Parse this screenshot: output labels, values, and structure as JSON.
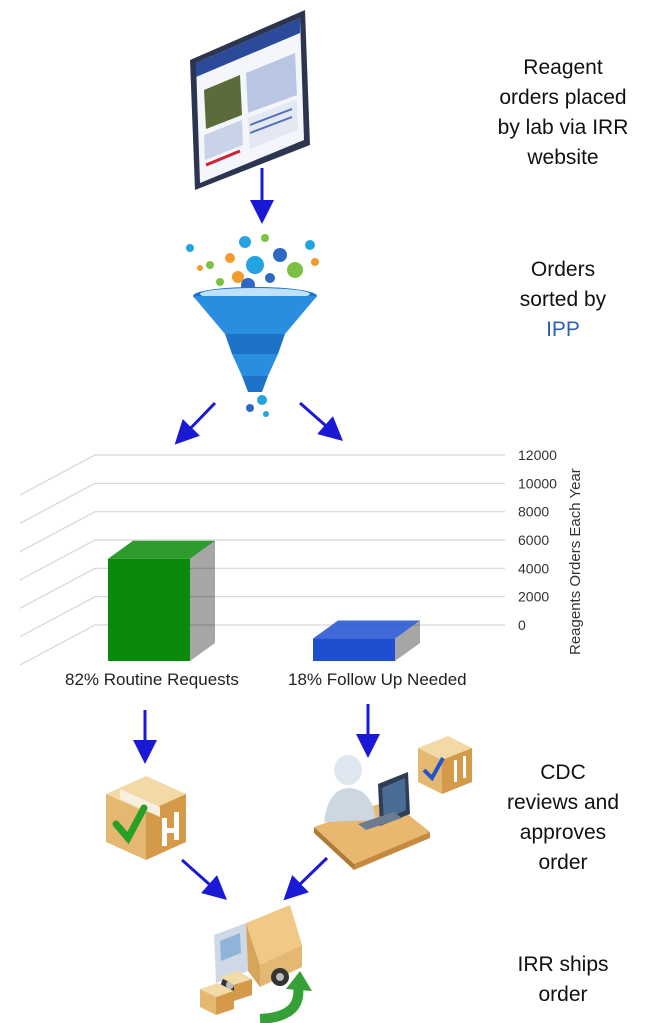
{
  "steps": [
    {
      "lines": [
        "Reagent",
        "orders placed",
        "by lab via IRR",
        "website"
      ]
    },
    {
      "lines": [
        "Orders",
        "sorted by"
      ],
      "accent": "IPP"
    },
    {
      "lines": [
        "CDC",
        "reviews and",
        "approves",
        "order"
      ]
    },
    {
      "lines": [
        "IRR ships",
        "order"
      ]
    }
  ],
  "colors": {
    "arrow": "#1a1ad6",
    "routine_bar": "#0a8a0a",
    "followup_bar": "#1f4fd1",
    "accent": "#2f5fb0"
  },
  "icons": [
    "website-screenshot-icon",
    "funnel-icon",
    "package-check-icon",
    "reviewer-workstation-icon",
    "delivery-truck-icon"
  ],
  "chart_data": {
    "type": "bar",
    "categories": [
      "82% Routine Requests",
      "18% Follow Up Needed"
    ],
    "values": [
      8200,
      1800
    ],
    "ylabel": "Reagents Orders Each Year",
    "ylim": [
      0,
      12000
    ],
    "yticks": [
      "12000",
      "10000",
      "8000",
      "6000",
      "4000",
      "2000",
      "0"
    ],
    "grid": true,
    "three_d": true
  }
}
